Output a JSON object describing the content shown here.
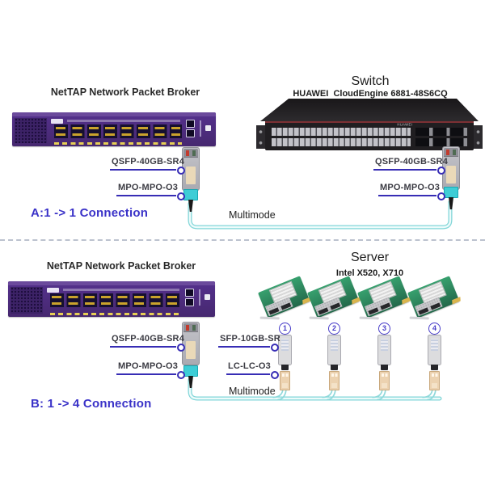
{
  "colors": {
    "accent_blue": "#3a32c8",
    "callout_line_blue": "#372db5",
    "device_purple": "#4b2b80",
    "switch_black": "#201e21",
    "cable_cyan": "#82d6d8",
    "mpo_aqua": "#3ecdd6",
    "nic_green": "#2f9468"
  },
  "section_a": {
    "device_title": "NetTAP Network Packet Broker",
    "switch_title": "Switch",
    "switch_model": "HUAWEI  CloudEngine 6881-48S6CQ",
    "switch_logo": "HUAWEI",
    "callouts": {
      "qsfp_left": "QSFP-40GB-SR4",
      "mpo_left": "MPO-MPO-O3",
      "qsfp_right": "QSFP-40GB-SR4",
      "mpo_right": "MPO-MPO-O3"
    },
    "cable_type": "Multimode",
    "connection_label": "A:1 -> 1 Connection"
  },
  "section_b": {
    "device_title": "NetTAP Network Packet Broker",
    "server_title": "Server",
    "server_model": "Intel X520, X710",
    "nic_numbers": [
      "1",
      "2",
      "3",
      "4"
    ],
    "callouts": {
      "qsfp": "QSFP-40GB-SR4",
      "mpo": "MPO-MPO-O3",
      "sfp": "SFP-10GB-SR",
      "lc": "LC-LC-O3"
    },
    "cable_type": "Multimode",
    "connection_label": "B: 1 -> 4 Connection"
  }
}
